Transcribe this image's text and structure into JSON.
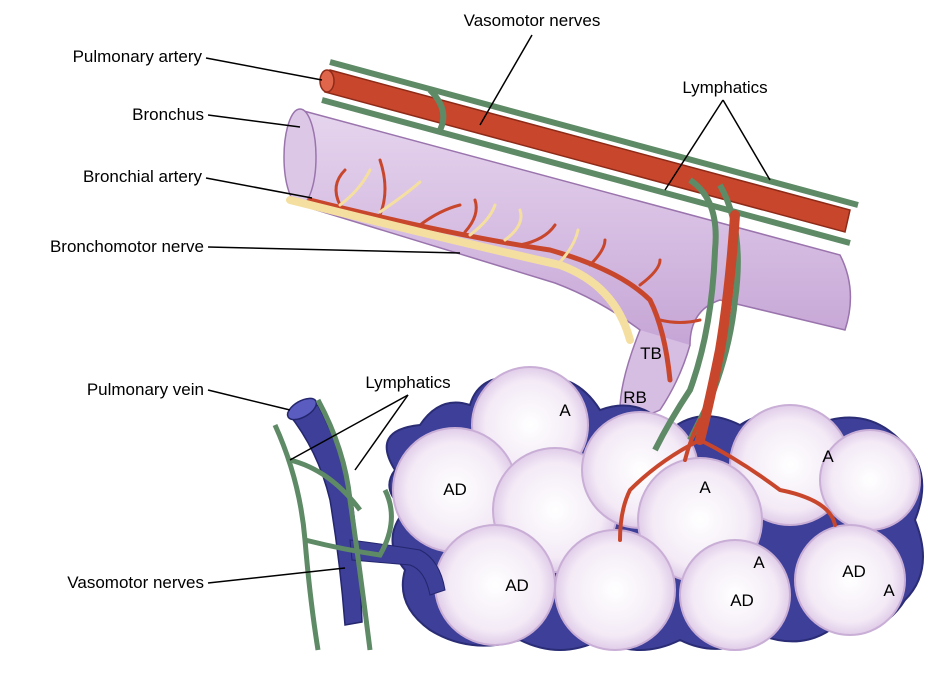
{
  "diagram": {
    "labels": {
      "pulmonary_artery": "Pulmonary artery",
      "bronchus": "Bronchus",
      "bronchial_artery": "Bronchial artery",
      "bronchomotor_nerve": "Bronchomotor nerve",
      "vasomotor_nerves_top": "Vasomotor nerves",
      "lymphatics_top": "Lymphatics",
      "pulmonary_vein": "Pulmonary vein",
      "lymphatics_left": "Lymphatics",
      "vasomotor_nerves_bottom": "Vasomotor nerves"
    },
    "tags": {
      "tb": "TB",
      "rb": "RB",
      "a1": "A",
      "a2": "A",
      "a3": "A",
      "a4": "A",
      "a5": "A",
      "ad1": "AD",
      "ad2": "AD",
      "ad3": "AD",
      "ad4": "AD"
    },
    "colors": {
      "artery": "#c8472c",
      "nerve_green": "#5e8a66",
      "bronchus": "#d9c3e3",
      "alveoli": "#f4ecf7",
      "vein": "#3d3f99",
      "bronchomotor": "#f5dfa0"
    }
  }
}
